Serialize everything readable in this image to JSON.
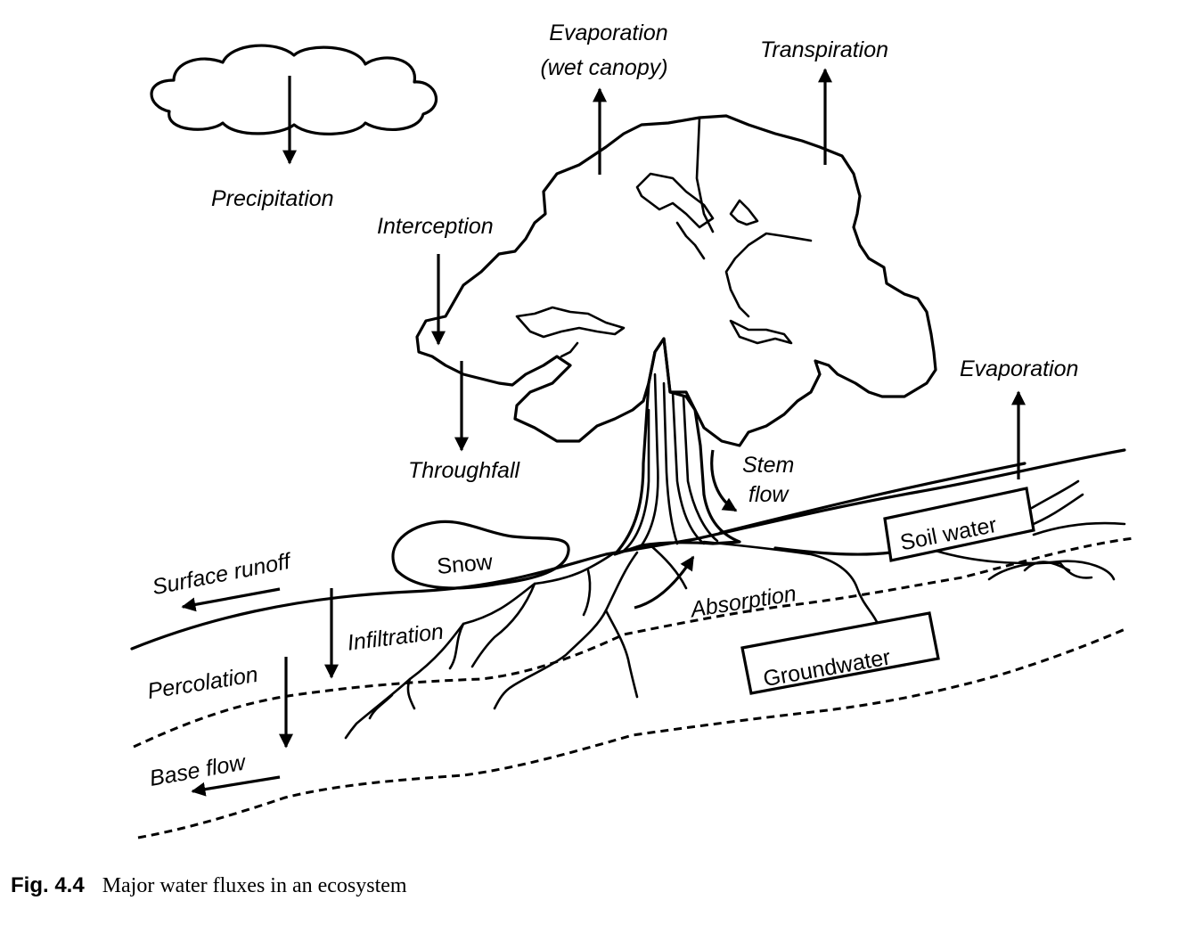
{
  "figure": {
    "number": "Fig. 4.4",
    "caption": "Major water fluxes in an ecosystem"
  },
  "labels": {
    "precipitation": "Precipitation",
    "evaporation_wet_canopy_line1": "Evaporation",
    "evaporation_wet_canopy_line2": "(wet canopy)",
    "transpiration": "Transpiration",
    "interception": "Interception",
    "throughfall": "Throughfall",
    "stem_flow_line1": "Stem",
    "stem_flow_line2": "flow",
    "evaporation": "Evaporation",
    "surface_runoff": "Surface runoff",
    "snow": "Snow",
    "infiltration": "Infiltration",
    "absorption": "Absorption",
    "percolation": "Percolation",
    "base_flow": "Base flow"
  },
  "boxes": {
    "soil_water": "Soil water",
    "groundwater": "Groundwater"
  },
  "colors": {
    "canopy_fill": "#b8b8b8",
    "line": "#000000"
  }
}
